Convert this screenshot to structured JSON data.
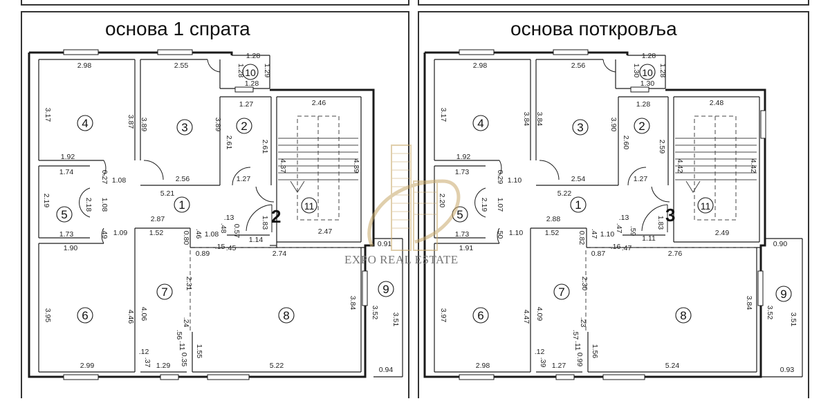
{
  "panels": [
    {
      "title": "основа 1 спрата",
      "floor_marker": "2",
      "rooms": {
        "r4": {
          "num": "4",
          "dims": [
            "2.98",
            "3.17",
            "3.87"
          ]
        },
        "r3": {
          "num": "3",
          "dims": [
            "2.55",
            "3.89",
            "3.89"
          ]
        },
        "r10": {
          "num": "10",
          "dims": [
            "1.28",
            "1.28",
            "1.29",
            "1.28"
          ]
        },
        "r2": {
          "num": "2",
          "dims": [
            "1.27",
            "2.61",
            "2.61"
          ]
        },
        "r11": {
          "num": "11",
          "dims": [
            "2.46",
            "4.37",
            "4.39",
            "2.47"
          ]
        },
        "r5": {
          "num": "5",
          "dims": [
            "1.74",
            "2.19",
            "2.18",
            "1.73"
          ]
        },
        "r1": {
          "num": "1",
          "dims": [
            "1.92",
            "0.27",
            "1.08",
            "1.08",
            "2.56",
            "5.21",
            "1.27",
            "1.09",
            ".49"
          ]
        },
        "r6": {
          "num": "6",
          "dims": [
            "1.90",
            "3.95",
            "4.46",
            "2.99"
          ]
        },
        "r7": {
          "num": "7",
          "dims": [
            "2.87",
            "1.52",
            "0.80",
            "2.31",
            "4.06",
            ".12",
            ".37",
            "1.29",
            "0.35",
            ".24",
            ".56",
            ".11",
            "1.55"
          ]
        },
        "r8": {
          "num": "8",
          "dims": [
            "2.74",
            "3.84",
            "5.22",
            ".13",
            ".48",
            "0.57",
            "1.08",
            ".46",
            "0.89",
            "1.14",
            ".15",
            ".45"
          ]
        },
        "r9": {
          "num": "9",
          "dims": [
            "0.91",
            "3.52",
            "3.51",
            "0.94"
          ]
        },
        "rs": {
          "dims": [
            "1.83"
          ]
        }
      }
    },
    {
      "title": "основа поткровља",
      "floor_marker": "3",
      "rooms": {
        "r4": {
          "num": "4",
          "dims": [
            "2.98",
            "3.17",
            "3.84"
          ]
        },
        "r3": {
          "num": "3",
          "dims": [
            "2.56",
            "3.84",
            "3.90"
          ]
        },
        "r10": {
          "num": "10",
          "dims": [
            "1.28",
            "1.30",
            "1.28",
            "1.30"
          ]
        },
        "r2": {
          "num": "2",
          "dims": [
            "1.28",
            "2.60",
            "2.59"
          ]
        },
        "r11": {
          "num": "11",
          "dims": [
            "2.48",
            "4.42",
            "4.42",
            "2.49"
          ]
        },
        "r5": {
          "num": "5",
          "dims": [
            "1.73",
            "2.20",
            "2.19",
            "1.73"
          ]
        },
        "r1": {
          "num": "1",
          "dims": [
            "1.92",
            "0.29",
            "1.10",
            "1.07",
            "2.54",
            "5.22",
            "1.27",
            "1.10",
            ".50"
          ]
        },
        "r6": {
          "num": "6",
          "dims": [
            "1.91",
            "3.97",
            "4.47",
            "2.98"
          ]
        },
        "r7": {
          "num": "7",
          "dims": [
            "2.88",
            "1.52",
            "0.82",
            "2.30",
            "4.09",
            ".12",
            ".39",
            "1.27",
            "0.99",
            ".23",
            ".57",
            ".11",
            "1.56"
          ]
        },
        "r8": {
          "num": "8",
          "dims": [
            "2.76",
            "3.84",
            "5.24",
            ".13",
            ".47",
            ".59",
            "1.10",
            ".47",
            "0.87",
            "1.11",
            ".16",
            ".47"
          ]
        },
        "r9": {
          "num": "9",
          "dims": [
            "0.90",
            "3.52",
            "3.51",
            "0.93"
          ]
        },
        "rs": {
          "dims": [
            "1.83"
          ]
        }
      }
    }
  ],
  "watermark": {
    "text": "EXPO REAL ESTATE",
    "color": "#c8a86a"
  }
}
